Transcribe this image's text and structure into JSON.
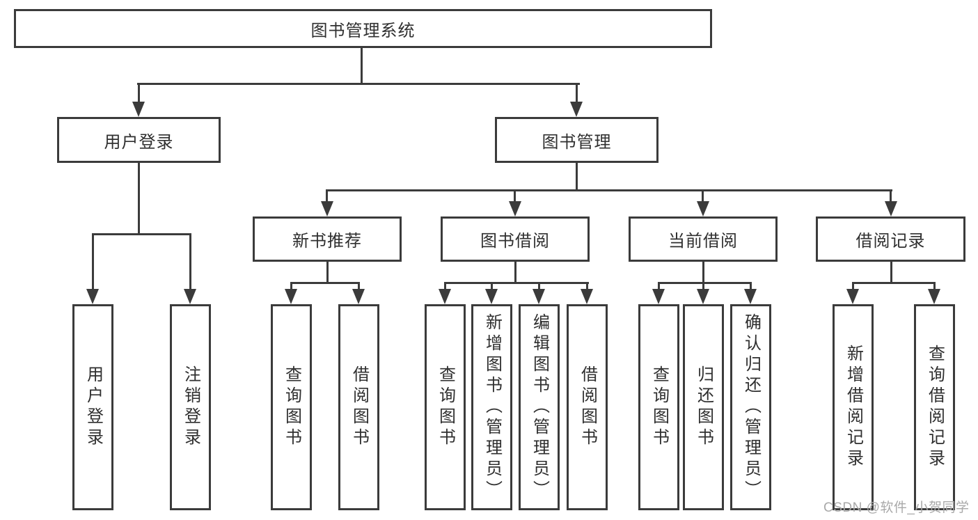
{
  "diagram": {
    "root": {
      "label": "图书管理系统"
    },
    "user_login": {
      "label": "用户登录",
      "children": [
        {
          "label": "用户登录"
        },
        {
          "label": "注销登录"
        }
      ]
    },
    "book_management": {
      "label": "图书管理",
      "children": [
        {
          "label": "新书推荐",
          "children": [
            {
              "label": "查询图书"
            },
            {
              "label": "借阅图书"
            }
          ]
        },
        {
          "label": "图书借阅",
          "children": [
            {
              "label": "查询图书"
            },
            {
              "label": "新增图书（管理员）"
            },
            {
              "label": "编辑图书（管理员）"
            },
            {
              "label": "借阅图书"
            }
          ]
        },
        {
          "label": "当前借阅",
          "children": [
            {
              "label": "查询图书"
            },
            {
              "label": "归还图书"
            },
            {
              "label": "确认归还（管理员）"
            }
          ]
        },
        {
          "label": "借阅记录",
          "children": [
            {
              "label": "新增借阅记录"
            },
            {
              "label": "查询借阅记录"
            }
          ]
        }
      ]
    }
  },
  "watermark": {
    "text": "CSDN @软件_小贺同学"
  },
  "colors": {
    "line": "#3b3b3b",
    "text": "#2f2f2f",
    "watermark": "#a9a9a9",
    "background": "#ffffff"
  }
}
